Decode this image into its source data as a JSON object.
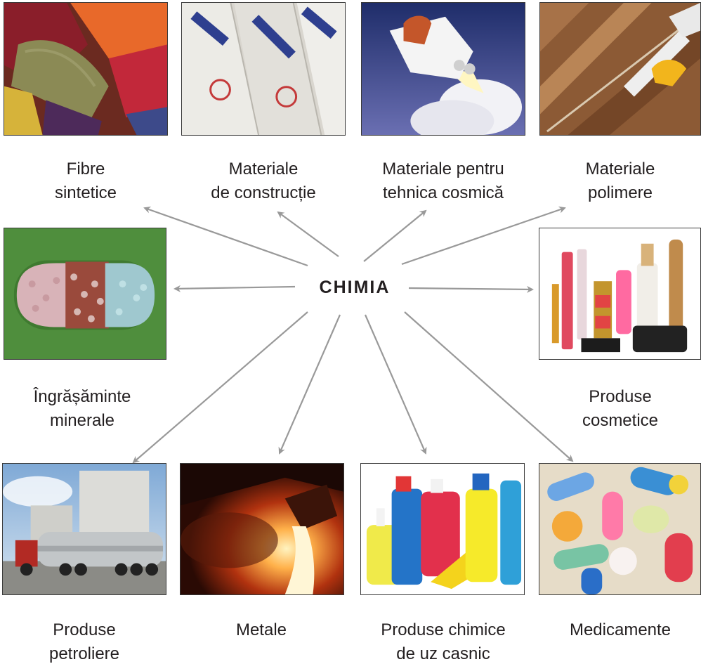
{
  "center": "CHIMIA",
  "colors": {
    "arrow": "#999999",
    "text": "#231f20"
  },
  "items": [
    {
      "id": "fibers",
      "image": "synthetic-fibers-photo",
      "lines": [
        "Fibre",
        "sintetice"
      ]
    },
    {
      "id": "construction",
      "image": "construction-cement-bags-photo",
      "lines": [
        "Materiale",
        "de construcție"
      ]
    },
    {
      "id": "space",
      "image": "space-shuttle-launch-photo",
      "lines": [
        "Materiale pentru",
        "tehnica cosmică"
      ]
    },
    {
      "id": "polymers",
      "image": "sealant-gun-wood-floor-photo",
      "lines": [
        "Materiale",
        "polimere"
      ]
    },
    {
      "id": "fertilizers",
      "image": "mineral-fertilizer-granules-photo",
      "lines": [
        "Îngrășăminte",
        "minerale"
      ]
    },
    {
      "id": "cosmetics",
      "image": "cosmetics-products-photo",
      "lines": [
        "Produse",
        "cosmetice"
      ]
    },
    {
      "id": "petroleum",
      "image": "fuel-tanker-truck-photo",
      "lines": [
        "Produse",
        "petroliere"
      ]
    },
    {
      "id": "metals",
      "image": "molten-metal-pouring-photo",
      "lines": [
        "Metale"
      ]
    },
    {
      "id": "household",
      "image": "household-chemicals-bottles-photo",
      "lines": [
        "Produse chimice",
        "de uz casnic"
      ]
    },
    {
      "id": "medicines",
      "image": "medicine-pills-photo",
      "lines": [
        "Medicamente"
      ]
    }
  ]
}
